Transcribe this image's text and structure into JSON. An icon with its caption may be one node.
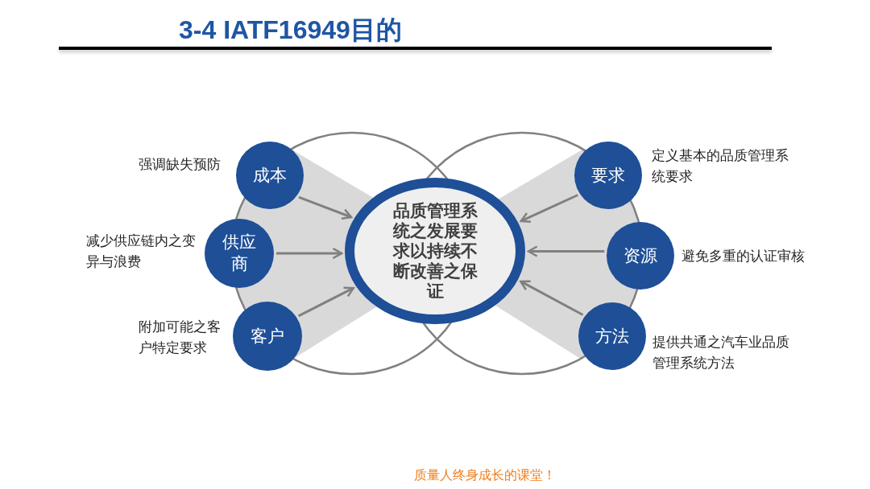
{
  "diagram": {
    "title": "3-4 IATF16949目的",
    "nodes": [
      {
        "text": [
          "成本"
        ],
        "beside": [
          "强调缺失预防"
        ]
      },
      {
        "text": [
          "供应商"
        ],
        "beside": [
          "减少供应链内之变异与浪费"
        ]
      },
      {
        "text": [
          "客户"
        ],
        "beside": [
          "附加可能之客户特定要求"
        ]
      },
      {
        "text": [
          "品质管理系统之发展要求以持续不断改善之保证"
        ]
      },
      {
        "text": [
          "要求"
        ],
        "beside": [
          "定义基本的品质管理系统要求"
        ]
      },
      {
        "text": [
          "资源"
        ],
        "beside": [
          "避免多重的认证审核"
        ]
      },
      {
        "text": [
          "方法"
        ],
        "beside": [
          "提供共通之汽车业品质管理系统方法"
        ]
      }
    ],
    "edges": [
      {
        "from": 0,
        "to": 3,
        "arrow": "to"
      },
      {
        "from": 1,
        "to": 3,
        "arrow": "to"
      },
      {
        "from": 2,
        "to": 3,
        "arrow": "to"
      },
      {
        "from": 4,
        "to": 3,
        "arrow": "to"
      },
      {
        "from": 5,
        "to": 3,
        "arrow": "to"
      },
      {
        "from": 6,
        "to": 3,
        "arrow": "to"
      }
    ],
    "labels": [
      "质量人终身成长的课堂！"
    ]
  }
}
